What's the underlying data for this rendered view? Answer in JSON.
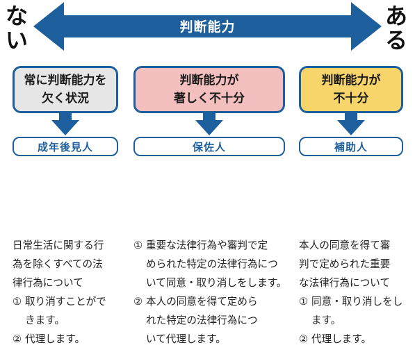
{
  "scale": {
    "left_label": "ない",
    "right_label": "ある",
    "arrow_label": "判断能力",
    "arrow_color": "#1d5f9c"
  },
  "columns": [
    {
      "state": "常に判断能力を\n欠く状況",
      "state_color": "#e6e6e6",
      "role": "成年後見人",
      "desc_intro": [
        "日常生活に関する行",
        "為を除くすべての法",
        "律行為について"
      ],
      "desc_items": [
        {
          "num": "①",
          "lines": [
            "取り消すことがで",
            "きます。"
          ]
        },
        {
          "num": "②",
          "lines": [
            "代理します。"
          ]
        }
      ]
    },
    {
      "state": "判断能力が\n著しく不十分",
      "state_color": "#f4bfbf",
      "role": "保佐人",
      "desc_intro": [],
      "desc_items": [
        {
          "num": "①",
          "lines": [
            "重要な法律行為や審判で定",
            "められた特定の法律行為につ",
            "いて同意・取り消しをします。"
          ]
        },
        {
          "num": "②",
          "lines": [
            "本人の同意を得て定めら",
            "れた特定の法律行為につ",
            "いて代理します。"
          ]
        }
      ]
    },
    {
      "state": "判断能力が\n不十分",
      "state_color": "#f8d56b",
      "role": "補助人",
      "desc_intro": [
        "本人の同意を得て審",
        "判で定められた重要",
        "な法律行為について"
      ],
      "desc_items": [
        {
          "num": "①",
          "lines": [
            "同意・取り消しをし",
            "ます。"
          ]
        },
        {
          "num": "②",
          "lines": [
            "代理します。"
          ]
        }
      ]
    }
  ]
}
